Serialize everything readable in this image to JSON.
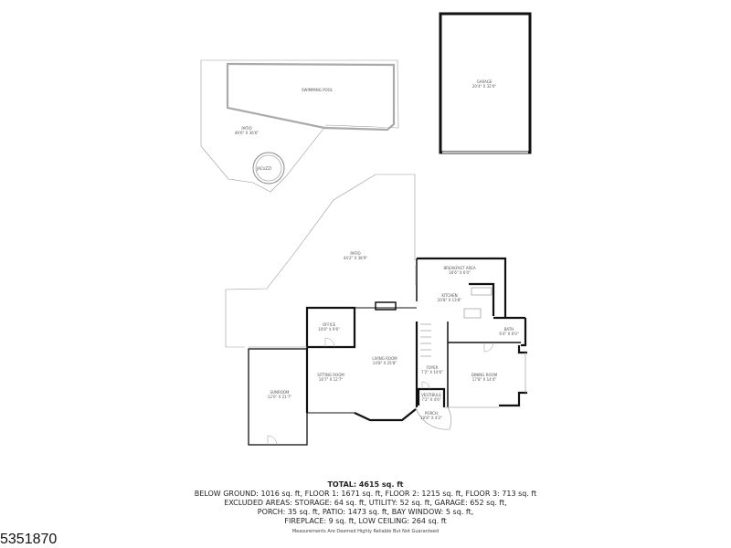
{
  "listing_id": "5351870",
  "summary": {
    "total": "TOTAL: 4615 sq. ft",
    "lines": [
      "BELOW GROUND: 1016 sq. ft, FLOOR 1: 1671 sq. ft, FLOOR 2: 1215 sq. ft, FLOOR 3: 713 sq. ft",
      "EXCLUDED AREAS: STORAGE: 64 sq. ft, UTILITY: 52 sq. ft, GARAGE: 652 sq. ft,",
      "PORCH: 35 sq. ft, PATIO: 1473 sq. ft, BAY WINDOW: 5 sq. ft,",
      "FIREPLACE: 9 sq. ft, LOW CEILING: 264 sq. ft"
    ],
    "disclaimer": "Measurements Are Deemed Highly Reliable But Not Guaranteed"
  },
  "rooms": {
    "pool": {
      "name": "SWIMMING POOL",
      "dims": ""
    },
    "patio_upper": {
      "name": "PATIO",
      "dims": "46'6\" X 36'6\""
    },
    "jacuzzi": {
      "name": "JACUZZI",
      "dims": ""
    },
    "garage": {
      "name": "GARAGE",
      "dims": "20'4\" X 32'0\""
    },
    "patio_lower": {
      "name": "PATIO",
      "dims": "44'2\" X 38'9\""
    },
    "breakfast": {
      "name": "BREAKFAST AREA",
      "dims": "16'6\" X 6'0\""
    },
    "kitchen": {
      "name": "KITCHEN",
      "dims": "20'8\" X 13'8\""
    },
    "bath": {
      "name": "BATH",
      "dims": "6'4\" X 6'0\""
    },
    "office": {
      "name": "OFFICE",
      "dims": "10'8\" X 9'6\""
    },
    "living": {
      "name": "LIVING ROOM",
      "dims": "14'8\" X 25'8\""
    },
    "sitting": {
      "name": "SITTING ROOM",
      "dims": "16'7\" X 12'7\""
    },
    "sunroom": {
      "name": "SUNROOM",
      "dims": "12'0\" X 21'7\""
    },
    "foyer": {
      "name": "FOYER",
      "dims": "7'2\" X 14'6\""
    },
    "dining": {
      "name": "DINING ROOM",
      "dims": "17'8\" X 14'4\""
    },
    "vestibule": {
      "name": "VESTIBULE",
      "dims": "7'2\" X 4'6\""
    },
    "porch": {
      "name": "PORCH",
      "dims": "10'8\" X 4'2\""
    }
  }
}
